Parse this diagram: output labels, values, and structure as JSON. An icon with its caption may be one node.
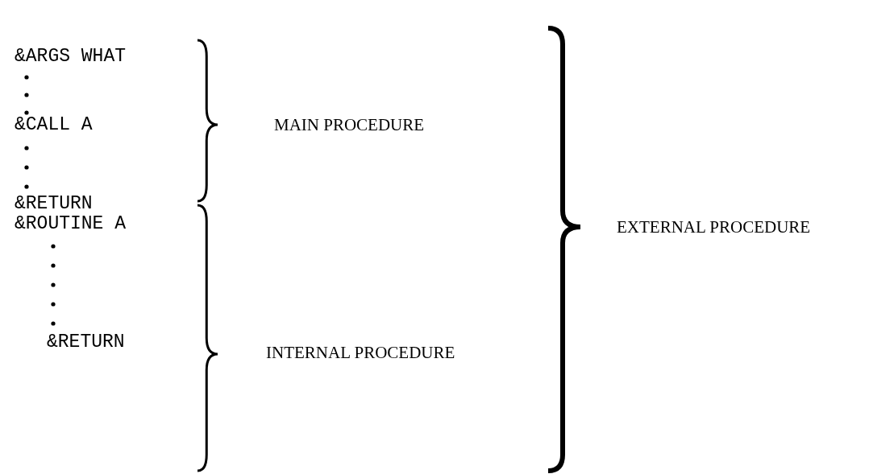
{
  "diagram": {
    "labels": [
      "&ARGS WHAT",
      "&CALL A",
      "&RETURN",
      "&ROUTINE A",
      "&RETURN",
      "MAIN PROCEDURE",
      "EXTERNAL PROCEDURE",
      "INTERNAL PROCEDURE"
    ]
  }
}
